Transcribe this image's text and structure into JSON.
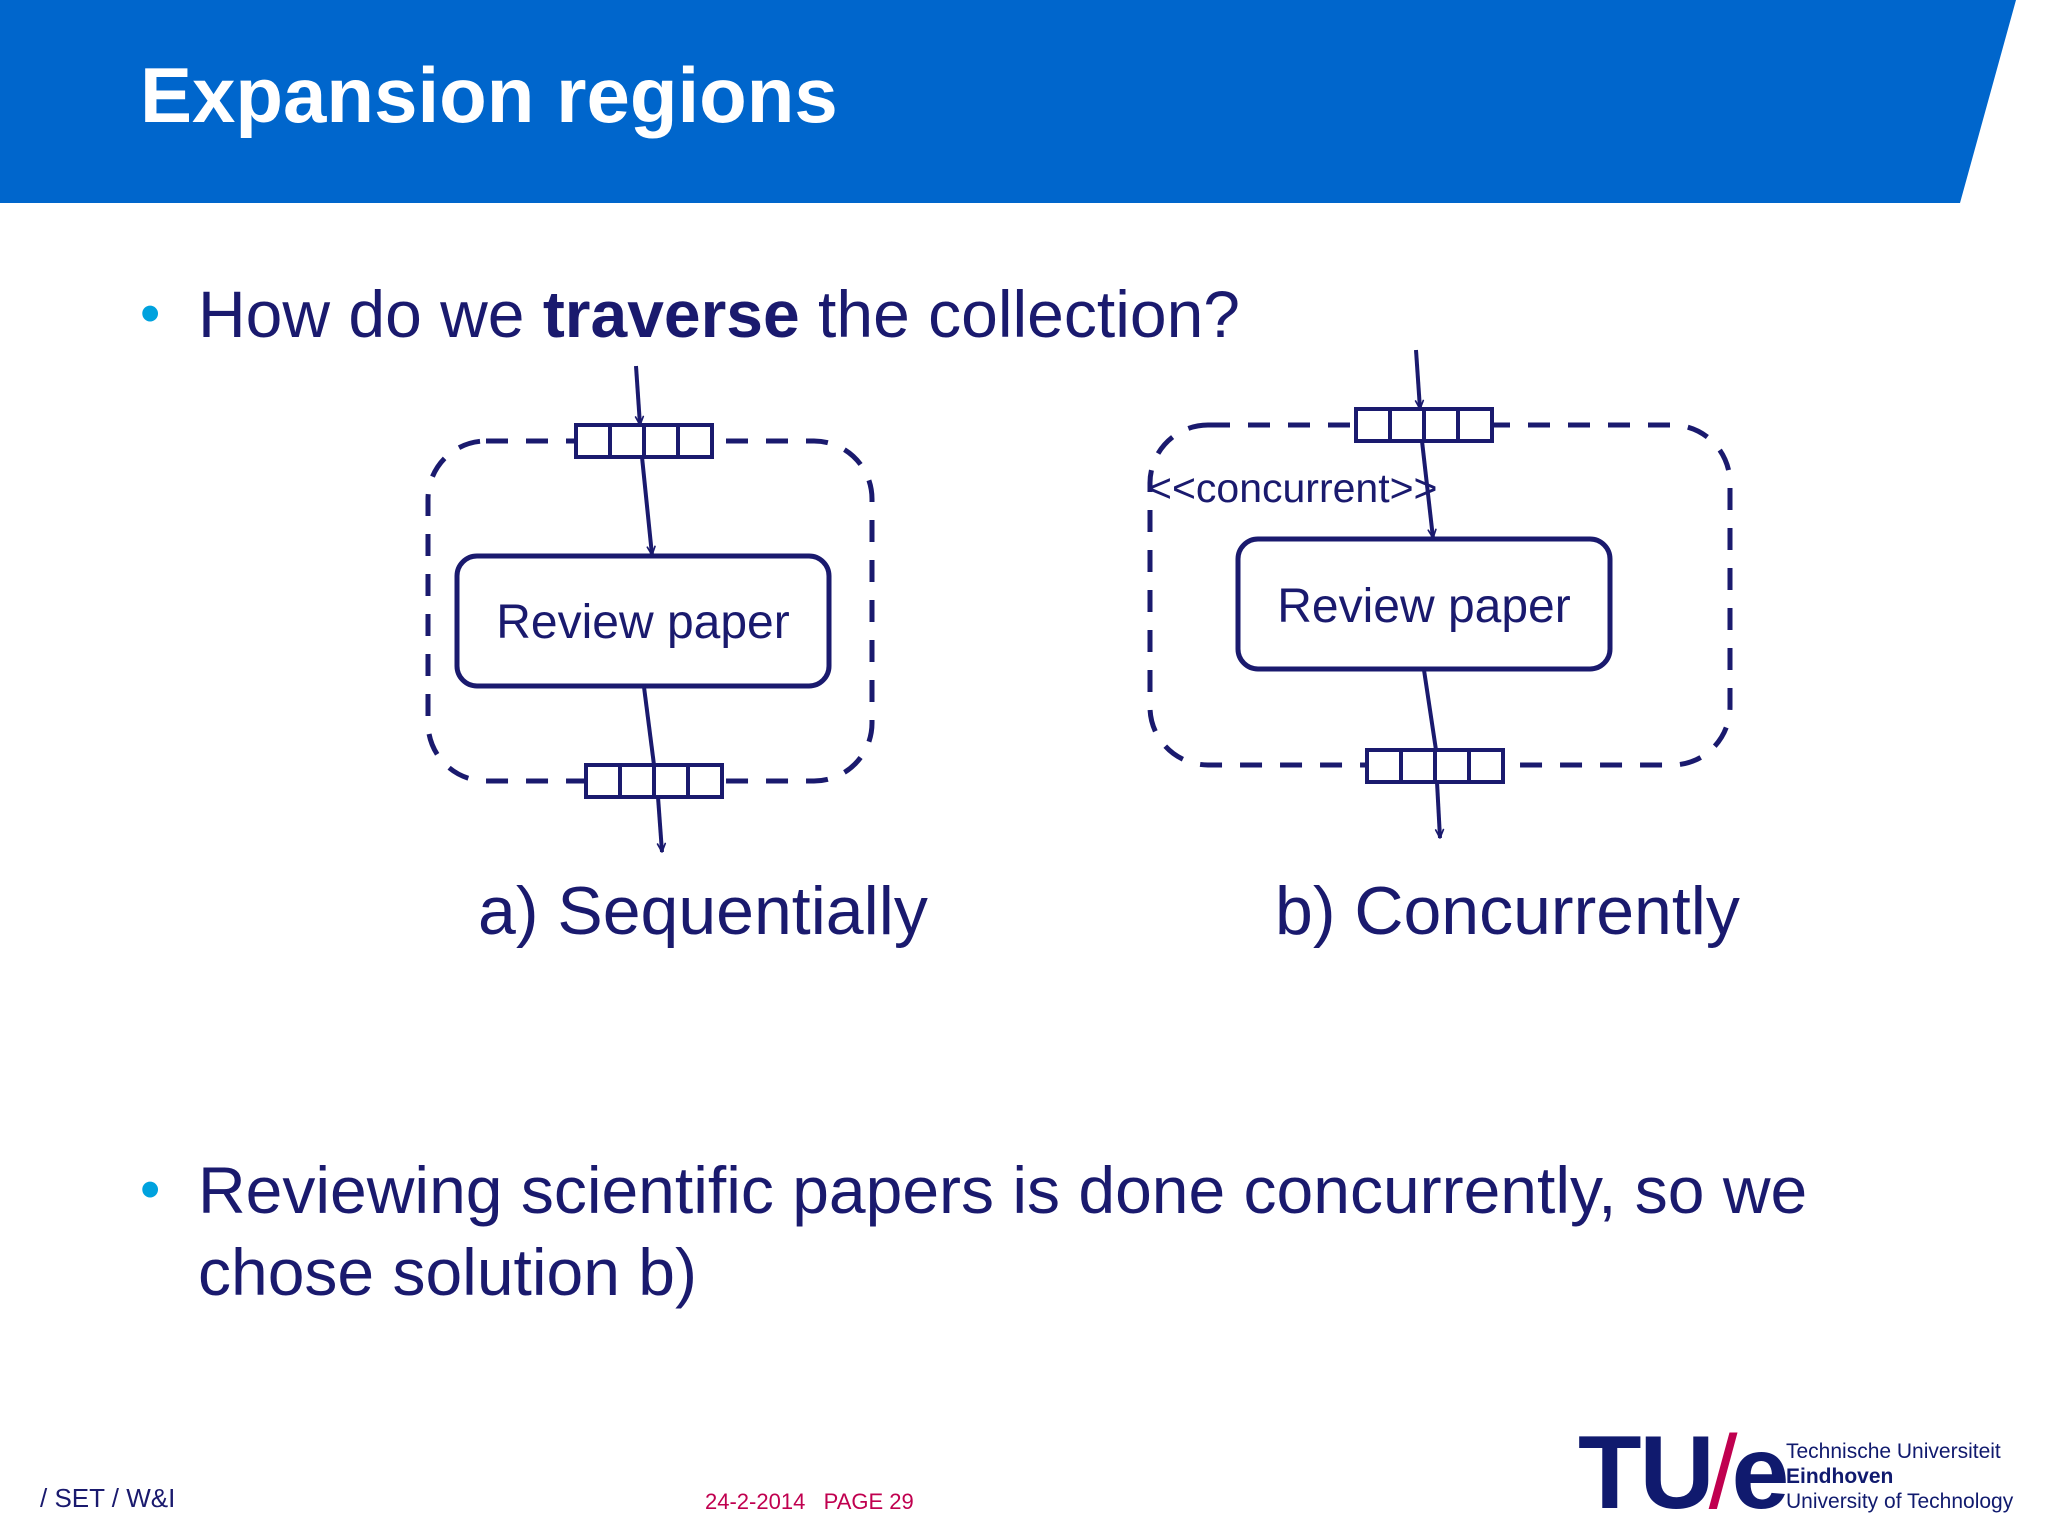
{
  "slide": {
    "title": "Expansion regions",
    "bullet1": {
      "before": "How do we ",
      "bold": "traverse",
      "after": " the collection?"
    },
    "bullet2": {
      "line1": "Reviewing scientific papers is done concurrently, so we",
      "line2": "chose solution b)"
    },
    "bullet_symbol": "•"
  },
  "diagram": {
    "left": {
      "action_label": "Review paper",
      "caption": "a) Sequentially"
    },
    "right": {
      "stereotype": "<<concurrent>>",
      "action_label": "Review paper",
      "caption": "b) Concurrently"
    }
  },
  "footer": {
    "left": "/ SET / W&I",
    "date": "24-2-2014",
    "page": "PAGE 29"
  },
  "logo": {
    "mark_left": "TU",
    "mark_slash": "/",
    "mark_right": "e",
    "line1": "Technische Universiteit",
    "line2": "Eindhoven",
    "line3": "University of Technology"
  },
  "colors": {
    "header_blue": "#0066cc",
    "diagram_navy": "#1a1a6e",
    "bullet_cyan": "#00a2de",
    "accent_magenta": "#c0004f"
  }
}
